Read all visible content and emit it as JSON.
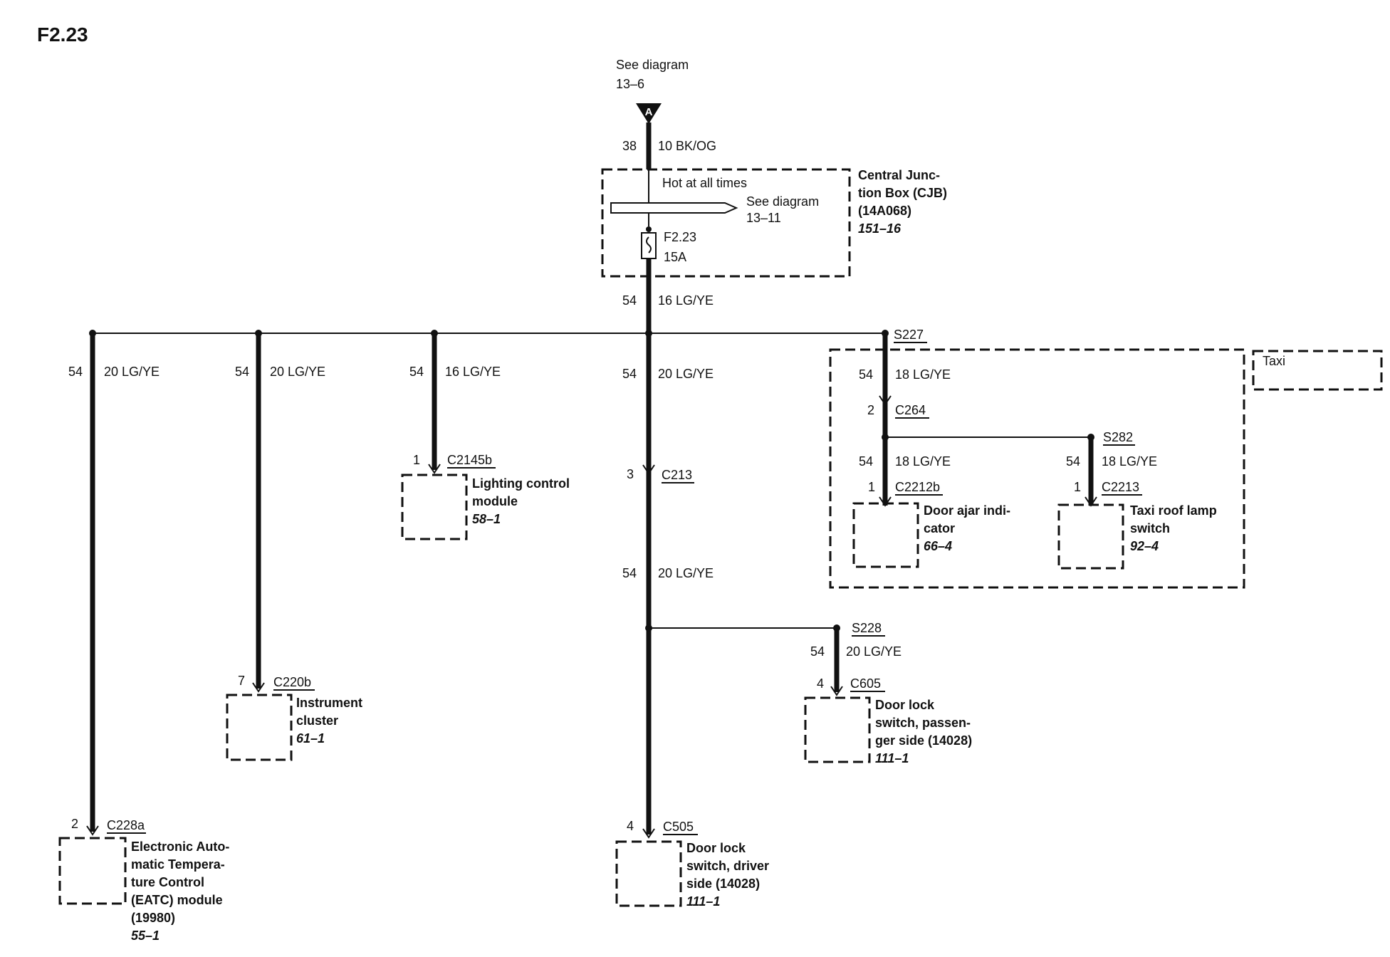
{
  "title": "F2.23",
  "source": {
    "see_diagram": "See diagram",
    "ref": "13–6",
    "connector_letter": "A"
  },
  "feed": {
    "circuit": "38",
    "wire": "10 BK/OG"
  },
  "cjb": {
    "name_line1": "Central Junc-",
    "name_line2": "tion Box (CJB)",
    "part": "(14A068)",
    "ref": "151–16",
    "hot_at_all_times": "Hot at all times",
    "see_diagram": "See diagram",
    "see_ref": "13–11",
    "fuse": "F2.23",
    "fuse_rating": "15A"
  },
  "main_out": {
    "circuit": "54",
    "wire": "16 LG/YE"
  },
  "taxi_label": "Taxi",
  "branches": {
    "eatc": {
      "circuit": "54",
      "wire": "20 LG/YE",
      "pin": "2",
      "connector": "C228a",
      "name": [
        "Electronic Auto-",
        "matic Tempera-",
        "ture Control",
        "(EATC) module",
        "(19980)"
      ],
      "ref": "55–1"
    },
    "cluster": {
      "circuit": "54",
      "wire": "20 LG/YE",
      "pin": "7",
      "connector": "C220b",
      "name": [
        "Instrument",
        "cluster"
      ],
      "ref": "61–1"
    },
    "lighting": {
      "circuit": "54",
      "wire": "16 LG/YE",
      "pin": "1",
      "connector": "C2145b",
      "name": [
        "Lighting control",
        "module"
      ],
      "ref": "58–1"
    },
    "center": {
      "circuit_upper": "54",
      "wire_upper": "20 LG/YE",
      "inline_pin": "3",
      "inline_connector": "C213",
      "circuit_lower": "54",
      "wire_lower": "20 LG/YE",
      "pin": "4",
      "connector": "C505",
      "name": [
        "Door lock",
        "switch, driver",
        "side (14028)"
      ],
      "ref": "111–1"
    },
    "passenger": {
      "splice": "S228",
      "circuit": "54",
      "wire": "20 LG/YE",
      "pin": "4",
      "connector": "C605",
      "name": [
        "Door lock",
        "switch, passen-",
        "ger side (14028)"
      ],
      "ref": "111–1"
    },
    "taxi": {
      "splice": "S227",
      "circuit": "54",
      "wire": "18 LG/YE",
      "inline_pin": "2",
      "inline_connector": "C264",
      "ajar": {
        "circuit": "54",
        "wire": "18 LG/YE",
        "pin": "1",
        "connector": "C2212b",
        "name": [
          "Door ajar indi-",
          "cator"
        ],
        "ref": "66–4"
      },
      "roof": {
        "splice": "S282",
        "circuit": "54",
        "wire": "18 LG/YE",
        "pin": "1",
        "connector": "C2213",
        "name": [
          "Taxi roof lamp",
          "switch"
        ],
        "ref": "92–4"
      }
    }
  }
}
